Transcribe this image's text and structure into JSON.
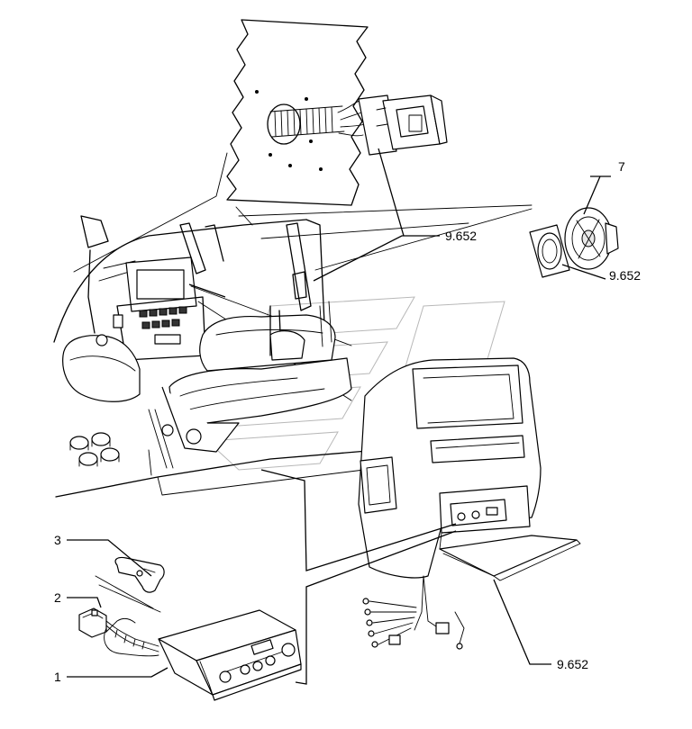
{
  "callouts": {
    "c1": "1",
    "c2": "2",
    "c3": "3",
    "c7": "7",
    "ref_top": "9.652",
    "ref_speaker": "9.652",
    "ref_bottom": "9.652"
  }
}
